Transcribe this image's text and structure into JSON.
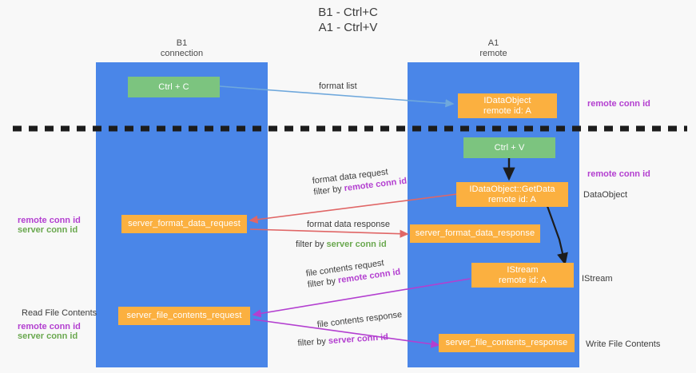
{
  "title": {
    "line1": "B1 - Ctrl+C",
    "line2": "A1 - Ctrl+V"
  },
  "lanes": [
    {
      "name": "B1",
      "sub": "connection"
    },
    {
      "name": "A1",
      "sub": "remote"
    }
  ],
  "nodes": {
    "ctrl_c": {
      "label": "Ctrl + C"
    },
    "idataobject": {
      "line1": "IDataObject",
      "line2": "remote id: A"
    },
    "ctrl_v": {
      "label": "Ctrl + V"
    },
    "getdata": {
      "line1": "IDataObject::GetData",
      "line2": "remote id: A"
    },
    "format_req": {
      "label": "server_format_data_request"
    },
    "format_resp": {
      "label": "server_format_data_response"
    },
    "istream": {
      "line1": "IStream",
      "line2": "remote id: A"
    },
    "file_req": {
      "label": "server_file_contents_request"
    },
    "file_resp": {
      "label": "server_file_contents_response"
    }
  },
  "edge_labels": {
    "format_list": "format list",
    "format_data_request": "format data request",
    "format_data_request_filter_pre": "filter by ",
    "format_data_request_filter_key": "remote conn id",
    "format_data_response": "format data response",
    "format_data_response_filter_pre": "filter by ",
    "format_data_response_filter_key": "server conn id",
    "file_contents_request": "file contents request",
    "file_contents_request_filter_pre": "filter by ",
    "file_contents_request_filter_key": "remote conn id",
    "file_contents_response": "file contents response",
    "file_contents_response_filter_pre": "filter by ",
    "file_contents_response_filter_key": "server conn id"
  },
  "annotations": {
    "right_remote_conn_id_top": "remote conn id",
    "right_remote_conn_id_mid": "remote conn id",
    "right_dataobject": "DataObject",
    "right_istream": "IStream",
    "right_write_file_contents": "Write File Contents",
    "left_remote_conn_id_1": "remote conn id",
    "left_server_conn_id_1": "server conn id",
    "left_read_file_contents": "Read File Contents",
    "left_remote_conn_id_2": "remote conn id",
    "left_server_conn_id_2": "server conn id"
  },
  "colors": {
    "lane": "#4a86e8",
    "green_node": "#7cc47f",
    "orange_node": "#fbb040",
    "arrow_blue": "#6fa8dc",
    "arrow_red": "#e06666",
    "arrow_purple": "#b33fd0",
    "arrow_black": "#1c1c1c",
    "purple_text": "#b33fd0",
    "green_text": "#6aa84f",
    "background": "#f8f8f8"
  }
}
